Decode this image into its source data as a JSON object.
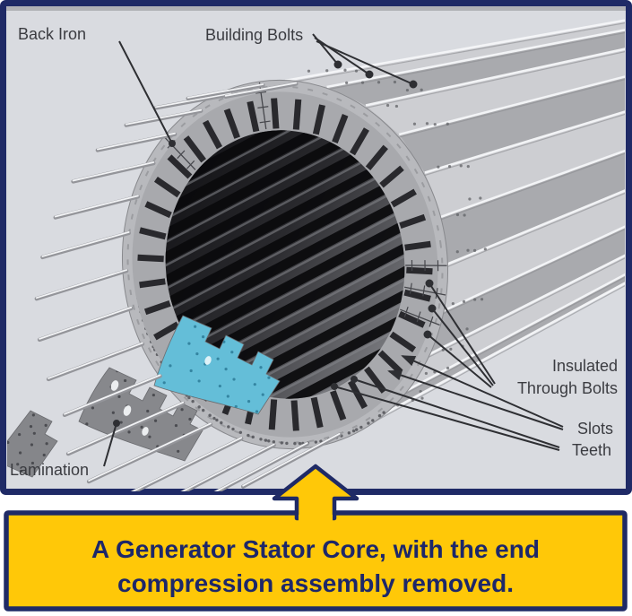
{
  "figure": {
    "labels": {
      "back_iron": "Back Iron",
      "building_bolts": "Building Bolts",
      "insulated_line1": "Insulated",
      "insulated_line2": "Through Bolts",
      "slots": "Slots",
      "teeth": "Teeth",
      "lamination": "Lamination"
    }
  },
  "caption": {
    "line1": "A Generator Stator Core, with the end",
    "line2": "compression assembly removed."
  },
  "colors": {
    "border_navy": "#1f2a66",
    "caption_yellow": "#ffc808",
    "caption_text_navy": "#1d2769",
    "photo_background": "#d9dbe0",
    "lamination_cyan": "#64bed8",
    "leader_line": "#2e2f33"
  }
}
